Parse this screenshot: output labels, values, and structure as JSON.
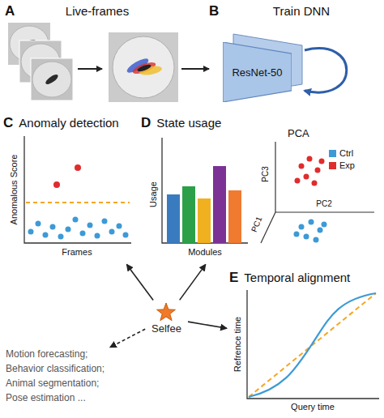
{
  "diagram": {
    "nodes": [
      {
        "text": [
          "ResNet-50"
        ]
      },
      {
        "text": [
          "C",
          "Anomaly detection"
        ]
      },
      {
        "text": [
          "D",
          "State usage"
        ]
      },
      {
        "text": [
          "E",
          "Temporal alignment"
        ]
      },
      {
        "text": [
          "Selfee"
        ]
      },
      {
        "text": [
          "Motion forecasting;",
          "Behavior classification;",
          "Animal segmentation;",
          "Pose estimation ..."
        ]
      }
    ],
    "edges": [
      {
        "from": 4,
        "to": 1,
        "arrow": "to"
      },
      {
        "from": 4,
        "to": 2,
        "arrow": "to"
      },
      {
        "from": 4,
        "to": 3,
        "arrow": "to"
      },
      {
        "from": 4,
        "to": 5,
        "arrow": "to"
      }
    ],
    "labels": [
      "A",
      "Live-frames",
      "B",
      "Train DNN",
      "Anomalous Score",
      "Frames",
      "Usage",
      "Modules",
      "PCA",
      "PC3",
      "PC2",
      "PC1",
      "Refrence time",
      "Query time"
    ],
    "legend": [
      {
        "text": "Ctrl",
        "color": "#3d9ad6"
      },
      {
        "text": "Exp",
        "color": "#e02c2c"
      }
    ]
  }
}
